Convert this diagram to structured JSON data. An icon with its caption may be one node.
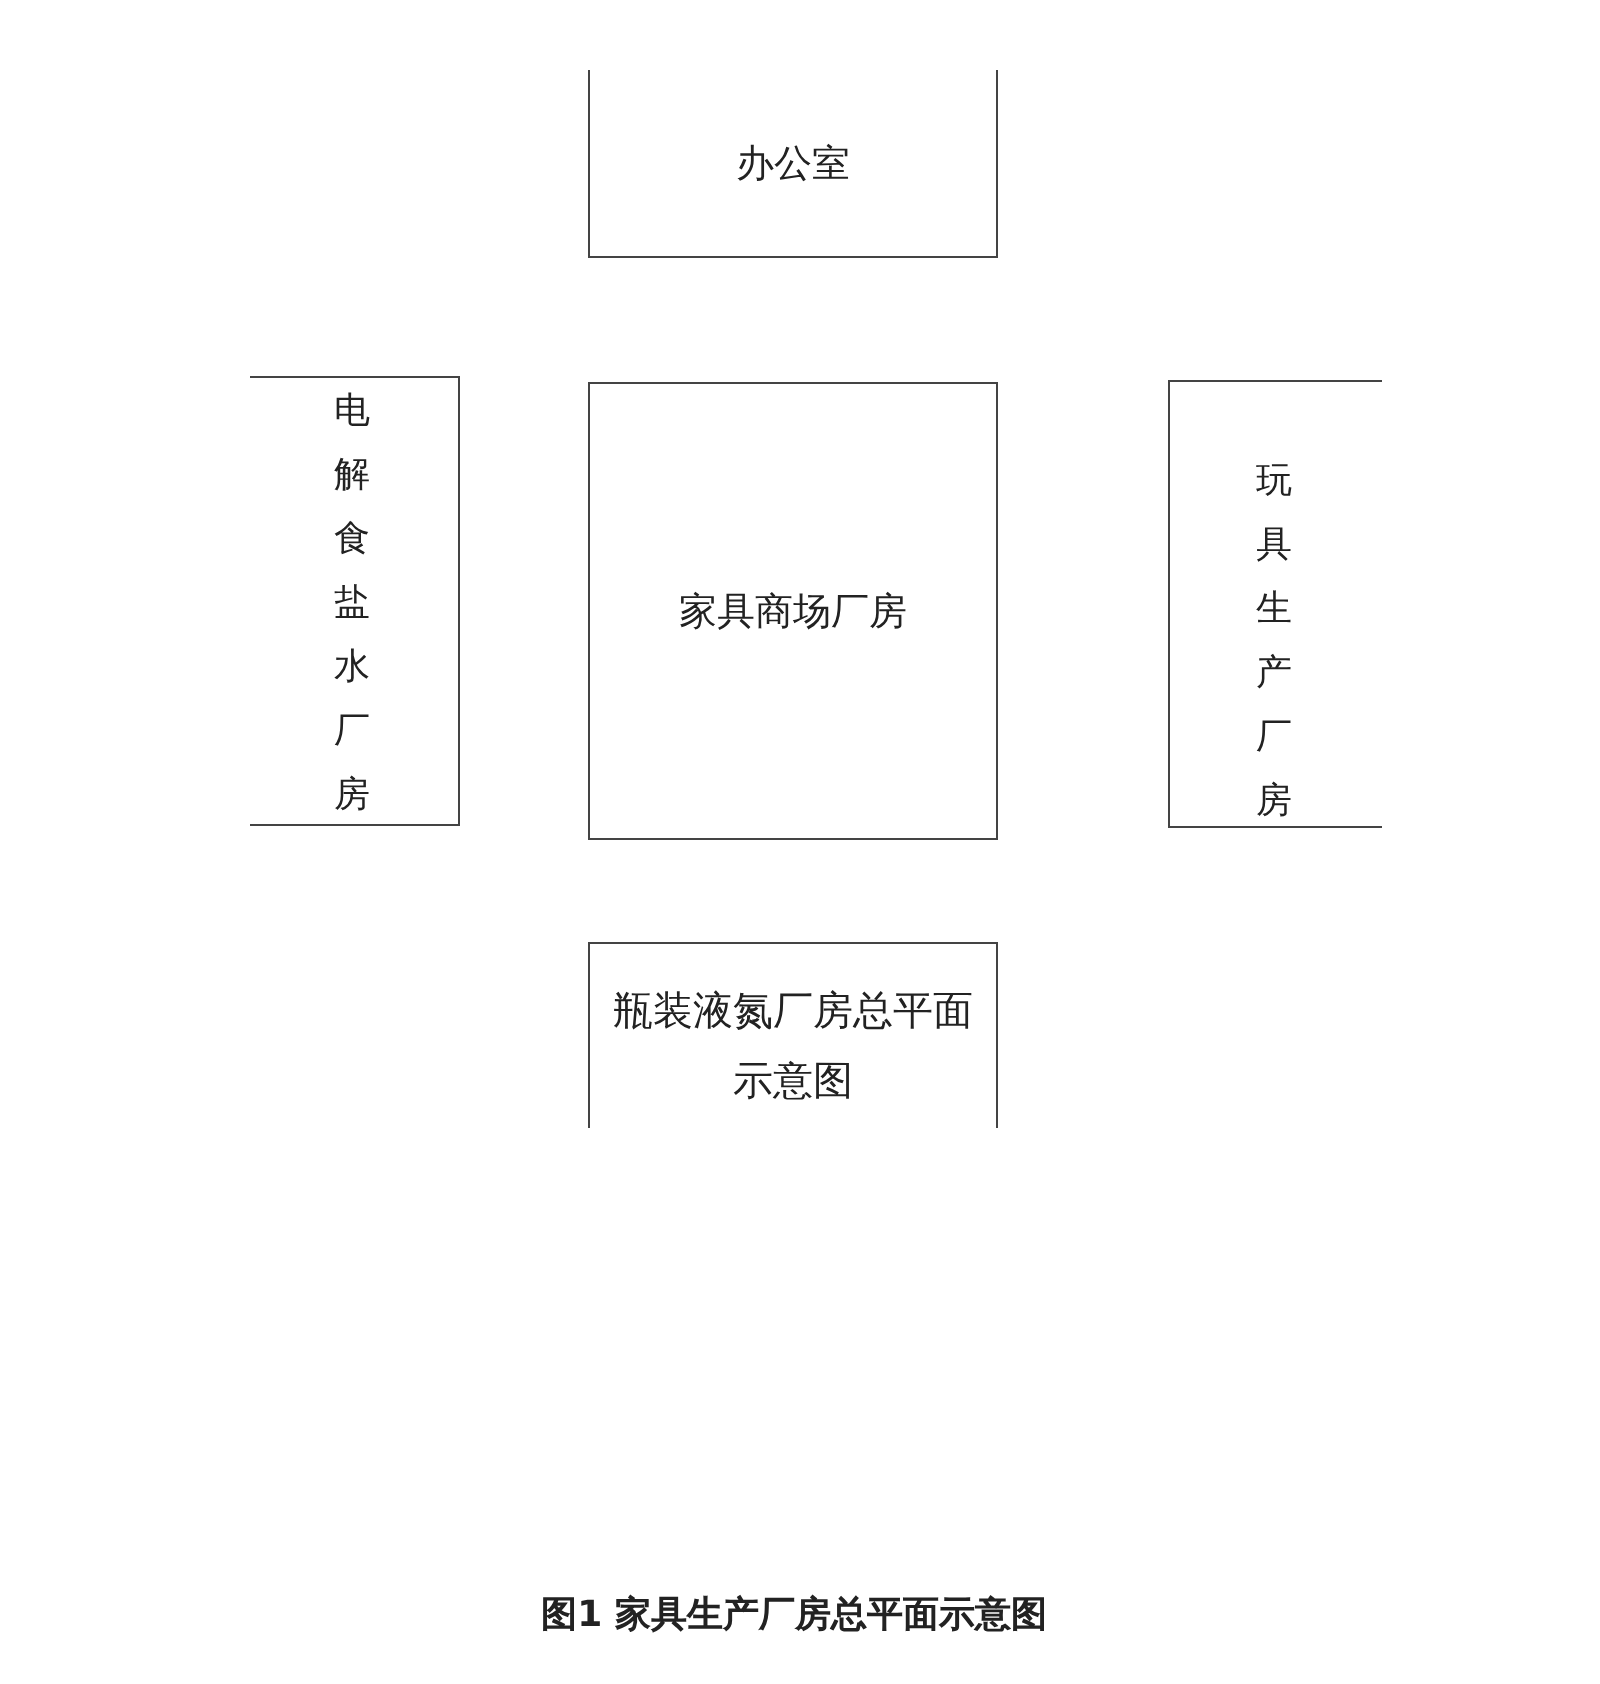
{
  "diagram": {
    "caption": "图1 家具生产厂房总平面示意图",
    "nodes": [
      {
        "text": [
          "办公室"
        ]
      },
      {
        "text": [
          "电解食盐水厂房"
        ]
      },
      {
        "text": [
          "家具商场厂房"
        ]
      },
      {
        "text": [
          "玩具生产厂房"
        ]
      },
      {
        "text": [
          "瓶装液氮厂房总平面示意图"
        ]
      }
    ]
  }
}
